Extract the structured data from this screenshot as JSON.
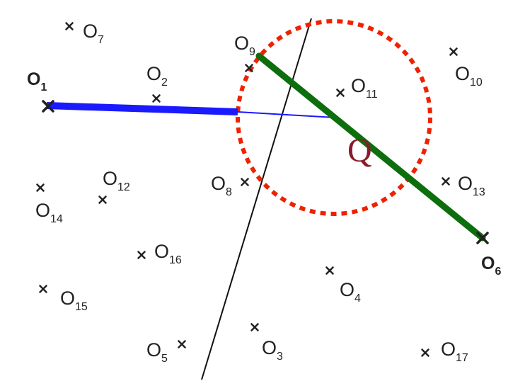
{
  "diagram": {
    "points": [
      {
        "id": "o1",
        "letter": "O",
        "index": "1",
        "bold": true
      },
      {
        "id": "o2",
        "letter": "O",
        "index": "2"
      },
      {
        "id": "o3",
        "letter": "O",
        "index": "3"
      },
      {
        "id": "o4",
        "letter": "O",
        "index": "4"
      },
      {
        "id": "o5",
        "letter": "O",
        "index": "5"
      },
      {
        "id": "o6",
        "letter": "O",
        "index": "6",
        "bold": true
      },
      {
        "id": "o7",
        "letter": "O",
        "index": "7"
      },
      {
        "id": "o8",
        "letter": "O",
        "index": "8"
      },
      {
        "id": "o9",
        "letter": "O",
        "index": "9"
      },
      {
        "id": "o10",
        "letter": "O",
        "index": "10"
      },
      {
        "id": "o11",
        "letter": "O",
        "index": "11"
      },
      {
        "id": "o12",
        "letter": "O",
        "index": "12"
      },
      {
        "id": "o13",
        "letter": "O",
        "index": "13"
      },
      {
        "id": "o14",
        "letter": "O",
        "index": "14"
      },
      {
        "id": "o15",
        "letter": "O",
        "index": "15"
      },
      {
        "id": "o16",
        "letter": "O",
        "index": "16"
      },
      {
        "id": "o17",
        "letter": "O",
        "index": "17"
      }
    ],
    "query_label": "Q",
    "colors": {
      "blue_segment": "#1a1aff",
      "green_segment": "#0d6e0d",
      "circle": "#ee2200",
      "query": "#8b1a2e",
      "marker": "#222222"
    }
  }
}
